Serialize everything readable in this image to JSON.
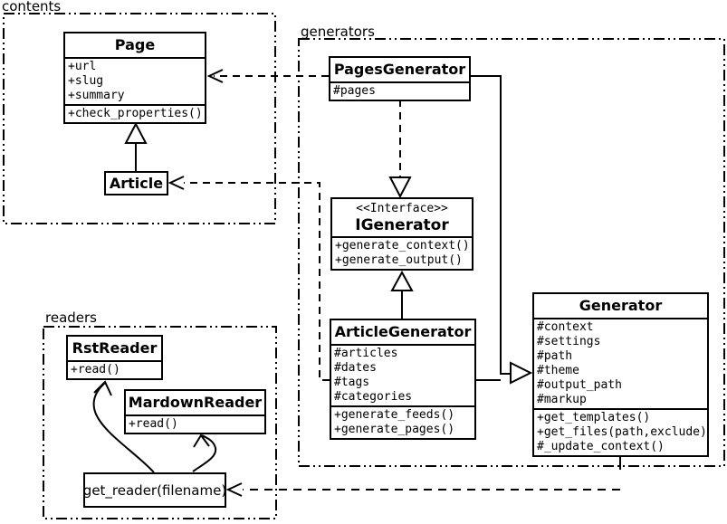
{
  "diagram": {
    "packages": {
      "contents": {
        "label": "contents"
      },
      "generators": {
        "label": "generators"
      },
      "readers": {
        "label": "readers"
      }
    },
    "classes": {
      "page": {
        "name": "Page",
        "attributes": [
          "+url",
          "+slug",
          "+summary"
        ],
        "methods": [
          "+check_properties()"
        ]
      },
      "article": {
        "name": "Article"
      },
      "pages_generator": {
        "name": "PagesGenerator",
        "attributes": [
          "#pages"
        ]
      },
      "igenerator": {
        "stereotype": "<<Interface>>",
        "name": "IGenerator",
        "methods": [
          "+generate_context()",
          "+generate_output()"
        ]
      },
      "article_generator": {
        "name": "ArticleGenerator",
        "attributes": [
          "#articles",
          "#dates",
          "#tags",
          "#categories"
        ],
        "methods": [
          "+generate_feeds()",
          "+generate_pages()"
        ]
      },
      "generator": {
        "name": "Generator",
        "attributes": [
          "#context",
          "#settings",
          "#path",
          "#theme",
          "#output_path",
          "#markup"
        ],
        "methods": [
          "+get_templates()",
          "+get_files(path,exclude)",
          "#_update_context()"
        ]
      },
      "rst_reader": {
        "name": "RstReader",
        "methods": [
          "+read()"
        ]
      },
      "markdown_reader": {
        "name": "MardownReader",
        "methods": [
          "+read()"
        ]
      },
      "get_reader": {
        "label": "get_reader(filename)"
      }
    },
    "colors": {
      "stroke": "#000000",
      "background": "#ffffff"
    }
  }
}
